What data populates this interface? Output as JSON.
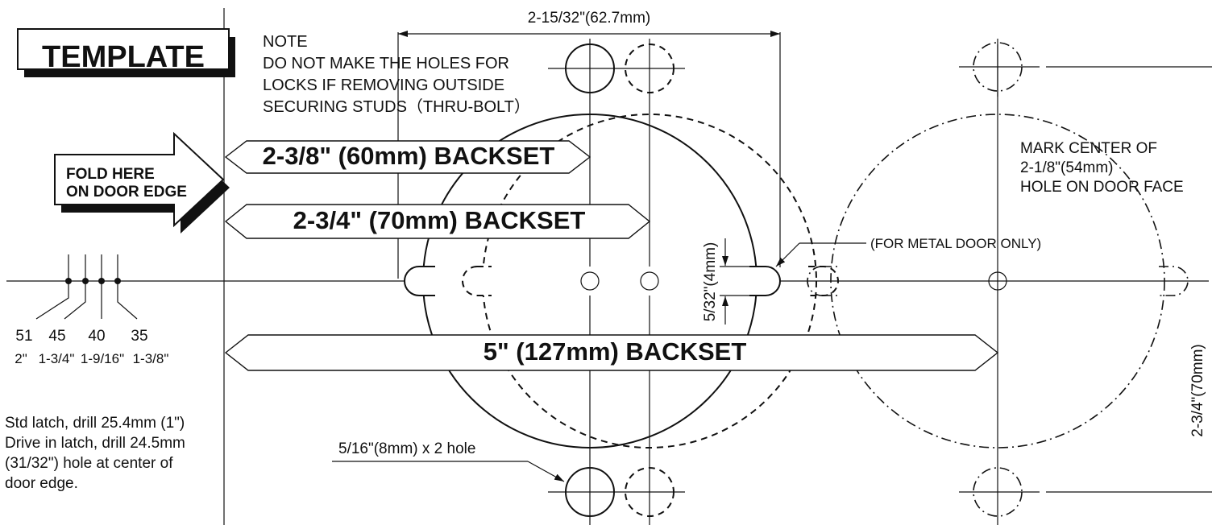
{
  "title": "TEMPLATE",
  "note": {
    "heading": "NOTE",
    "lines": [
      "DO NOT MAKE THE HOLES FOR",
      "LOCKS IF REMOVING OUTSIDE",
      "SECURING STUDS（THRU-BOLT）"
    ]
  },
  "fold": {
    "line1": "FOLD HERE",
    "line2": "ON DOOR EDGE"
  },
  "backsets": [
    "2-3/8\" (60mm) BACKSET",
    "2-3/4\" (70mm) BACKSET",
    "5\" (127mm) BACKSET"
  ],
  "dimensions": {
    "top": "2-15/32\"(62.7mm)",
    "slot": "5/32\"(4mm)",
    "metal_door": "(FOR METAL DOOR ONLY)",
    "mark_center": [
      "MARK CENTER OF",
      "2-1/8\"(54mm)",
      "HOLE ON DOOR FACE"
    ],
    "holes": "5/16\"(8mm) x 2 hole",
    "right_vertical": "2-3/4\"(70mm)"
  },
  "door_thickness": {
    "mm": [
      "51",
      "45",
      "40",
      "35"
    ],
    "inch": [
      "2\"",
      "1-3/4\"",
      "1-9/16\"",
      "1-3/8\""
    ]
  },
  "drill_info": [
    "Std latch, drill 25.4mm (1\")",
    "Drive in latch, drill 24.5mm",
    "(31/32\") hole at center of",
    "door edge."
  ]
}
